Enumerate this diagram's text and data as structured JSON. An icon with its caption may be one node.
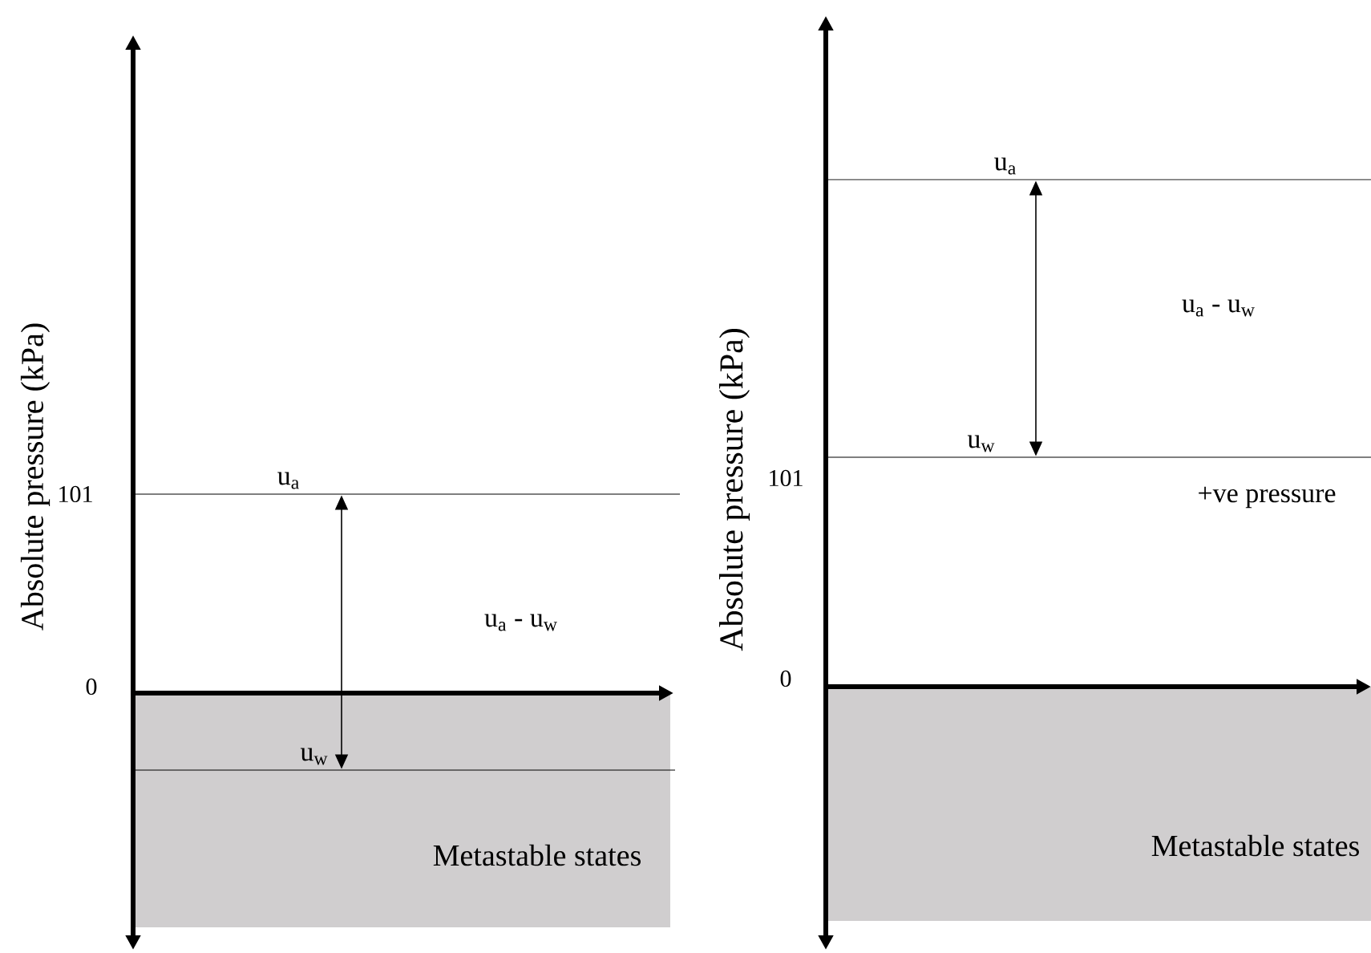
{
  "diagram": {
    "nodes": [
      {
        "text": [
          "u$_{a}$"
        ]
      },
      {
        "text": [
          "Metastable states"
        ]
      },
      {
        "text": [
          "u$_{w}$"
        ],
        "in": 1
      },
      {
        "text": [
          "u$_{a}$"
        ]
      },
      {
        "text": [
          "u$_{w}$"
        ]
      },
      {
        "text": [
          "Metastable states"
        ]
      }
    ],
    "edges": [
      {
        "from": 0,
        "to": 2,
        "arrow": "both"
      },
      {
        "from": 3,
        "to": 4,
        "arrow": "both"
      }
    ],
    "labels": [
      "Absolute pressure (kPa)",
      "101",
      "u$_{a}$ - u$_{w}$",
      "0",
      "Absolute pressure (kPa)",
      "u$_{a}$ - u$_{w}$",
      "101",
      "+ve pressure",
      "0"
    ]
  }
}
